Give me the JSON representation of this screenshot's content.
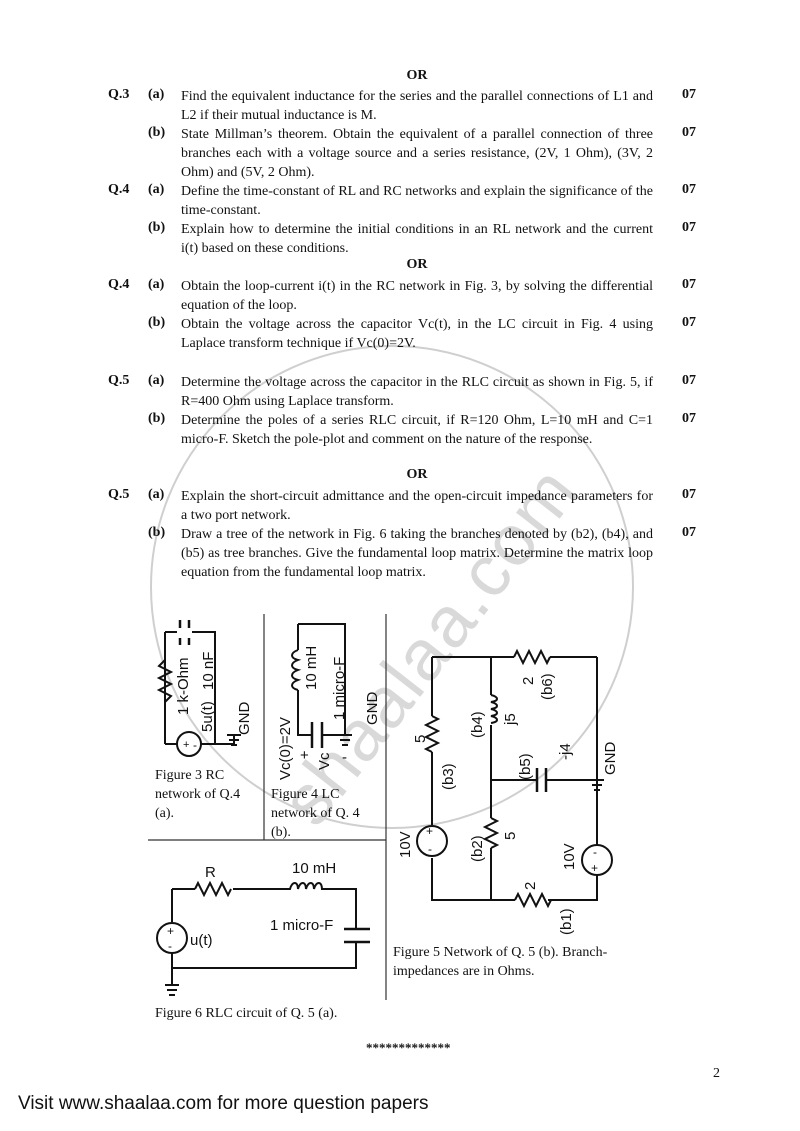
{
  "or_label": "OR",
  "questions": [
    {
      "qno": "Q.3",
      "part": "(a)",
      "text": "Find the equivalent inductance for the series and the parallel connections of L1 and L2 if their mutual inductance is M.",
      "marks": "07"
    },
    {
      "qno": "",
      "part": "(b)",
      "text": "State Millman’s theorem. Obtain the equivalent of a parallel connection of three branches each with a voltage source and a series resistance, (2V, 1 Ohm), (3V, 2 Ohm) and (5V, 2 Ohm).",
      "marks": "07"
    },
    {
      "qno": "Q.4",
      "part": "(a)",
      "text": "Define the time-constant of RL and RC networks and explain the significance of the time-constant.",
      "marks": "07"
    },
    {
      "qno": "",
      "part": "(b)",
      "text": "Explain how to determine the initial conditions in an RL network and the current i(t) based on these conditions.",
      "marks": "07"
    },
    {
      "qno": "Q.4",
      "part": "(a)",
      "text": "Obtain the loop-current i(t) in the RC network in Fig. 3, by solving the differential equation of the loop.",
      "marks": "07"
    },
    {
      "qno": "",
      "part": "(b)",
      "text": "Obtain the voltage across the capacitor Vc(t), in the LC circuit in Fig. 4 using Laplace transform technique if  Vc(0)=2V.",
      "marks": "07"
    },
    {
      "qno": "Q.5",
      "part": "(a)",
      "text": "Determine the voltage across the capacitor in the RLC circuit as shown in Fig. 5, if R=400 Ohm using Laplace transform.",
      "marks": "07"
    },
    {
      "qno": "",
      "part": "(b)",
      "text": "Determine the poles of a series RLC circuit, if R=120 Ohm, L=10 mH and C=1 micro-F. Sketch the pole-plot and comment on the nature of the response.",
      "marks": "07"
    },
    {
      "qno": "Q.5",
      "part": "(a)",
      "text": "Explain the short-circuit admittance and the open-circuit impedance parameters for a two port network.",
      "marks": "07"
    },
    {
      "qno": "",
      "part": "(b)",
      "text": "Draw a tree of the network in Fig. 6 taking the branches denoted by (b2), (b4), and (b5) as tree branches. Give the fundamental loop matrix. Determine the matrix loop equation from the fundamental loop matrix.",
      "marks": "07"
    }
  ],
  "figures": {
    "fig3": {
      "caption": "Figure 3 RC network of Q.4 (a).",
      "r": "1 k-Ohm",
      "c": "10 nF",
      "src": "5u(t)",
      "gnd": "GND"
    },
    "fig4": {
      "caption": "Figure 4 LC network of Q. 4 (b).",
      "l": "10 mH",
      "c": "1 micro-F",
      "gnd": "GND",
      "ic": "Vc(0)=2V",
      "vc": "Vc",
      "plus": "+",
      "minus": "-"
    },
    "fig5": {
      "caption": "Figure 5 Network of Q. 5 (b). Branch-impedances are in Ohms.",
      "b6": "(b6)",
      "b6v": "2",
      "b4": "(b4)",
      "b4v": "j5",
      "b5": "(b5)",
      "b5v": "-j4",
      "b3": "(b3)",
      "b3v": "5",
      "b2": "(b2)",
      "b2v": "5",
      "b1": "(b1)",
      "b1v": "2",
      "v1": "10V",
      "v2": "10V",
      "gnd": "GND"
    },
    "fig6": {
      "caption": "Figure 6 RLC circuit of Q. 5 (a).",
      "r": "R",
      "l": "10 mH",
      "c": "1 micro-F",
      "src": "u(t)"
    }
  },
  "watermark": "shaalaa.com",
  "end_marker": "*************",
  "page_number": "2",
  "footer": "Visit www.shaalaa.com for more question papers"
}
